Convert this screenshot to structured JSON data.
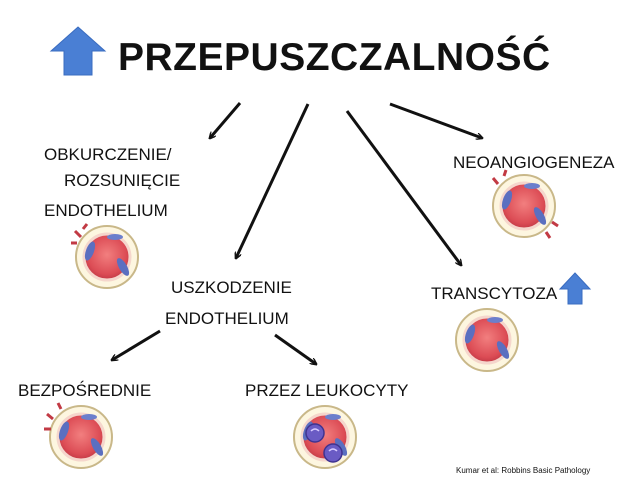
{
  "title": "PRZEPUSZCZALNOŚĆ",
  "nodes": {
    "obkurczenie_line1": "OBKURCZENIE/",
    "obkurczenie_line2": "ROZSUNIĘCIE",
    "obkurczenie_line3": "ENDOTHELIUM",
    "neoangiogeneza": "NEOANGIOGENEZA",
    "uszkodzenie_line1": "USZKODZENIE",
    "uszkodzenie_line2": "ENDOTHELIUM",
    "transcytoza": "TRANSCYTOZA",
    "bezposrednie": "BEZPOŚREDNIE",
    "przez_leukocyty": "PRZEZ LEUKOCYTY"
  },
  "citation": "Kumar et al: Robbins Basic Pathology",
  "icons": {
    "title_arrow": "up-arrow-icon",
    "transcytoza_arrow": "up-arrow-icon"
  },
  "colors": {
    "up_arrow": "#4a7fd4",
    "vessel_fill": "#e0585e",
    "nucleus": "#5b6fc0",
    "text": "#111111"
  }
}
